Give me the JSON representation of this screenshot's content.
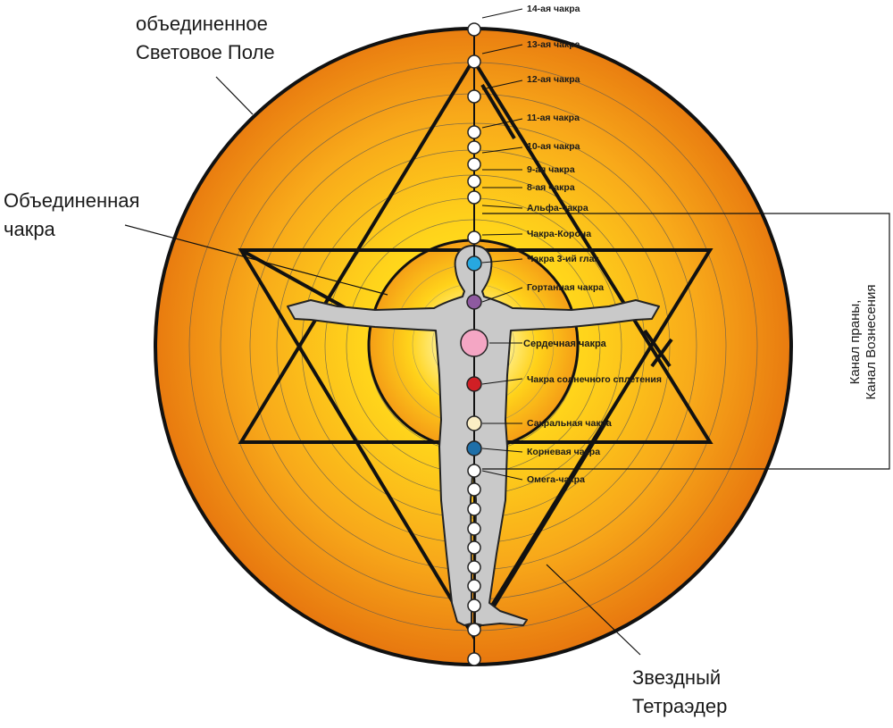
{
  "labels": {
    "light_field_line1": "объединенное",
    "light_field_line2": "Световое Поле",
    "unified_chakra_line1": "Объединенная",
    "unified_chakra_line2": "чакра",
    "tetra_line1": "Звездный",
    "tetra_line2": "Тетраэдер",
    "channel_line1": "Канал праны,",
    "channel_line2": "Канал Вознесения"
  },
  "chakras": [
    {
      "label": "14-ая чакра",
      "color": "#ffffff"
    },
    {
      "label": "13-ая чакра",
      "color": "#ffffff"
    },
    {
      "label": "12-ая чакра",
      "color": "#ffffff"
    },
    {
      "label": "11-ая чакра",
      "color": "#ffffff"
    },
    {
      "label": "10-ая чакра",
      "color": "#ffffff"
    },
    {
      "label": "9-ая чакра",
      "color": "#ffffff"
    },
    {
      "label": "8-ая чакра",
      "color": "#ffffff"
    },
    {
      "label": "Альфа-чакра",
      "color": "#ffffff"
    },
    {
      "label": "Чакра-Корона",
      "color": "#ffffff"
    },
    {
      "label": "Чакра 3-ий глаз",
      "color": "#27a8e0"
    },
    {
      "label": "Гортанная чакра",
      "color": "#8e5aa0"
    },
    {
      "label": "Сердечная чакра",
      "color": "#f4a6c4"
    },
    {
      "label": "Чакра солнечного сплетения",
      "color": "#d01f25"
    },
    {
      "label": "Сакральная чакра",
      "color": "#fbeec4"
    },
    {
      "label": "Корневая чакра",
      "color": "#1e6fa8"
    },
    {
      "label": "Омега-чакра",
      "color": "#ffffff"
    }
  ],
  "colors": {
    "field_outer": "#e56f0b",
    "field_mid": "#f7b21a",
    "field_inner": "#ffe01b",
    "figure": "#c9c9c9"
  }
}
